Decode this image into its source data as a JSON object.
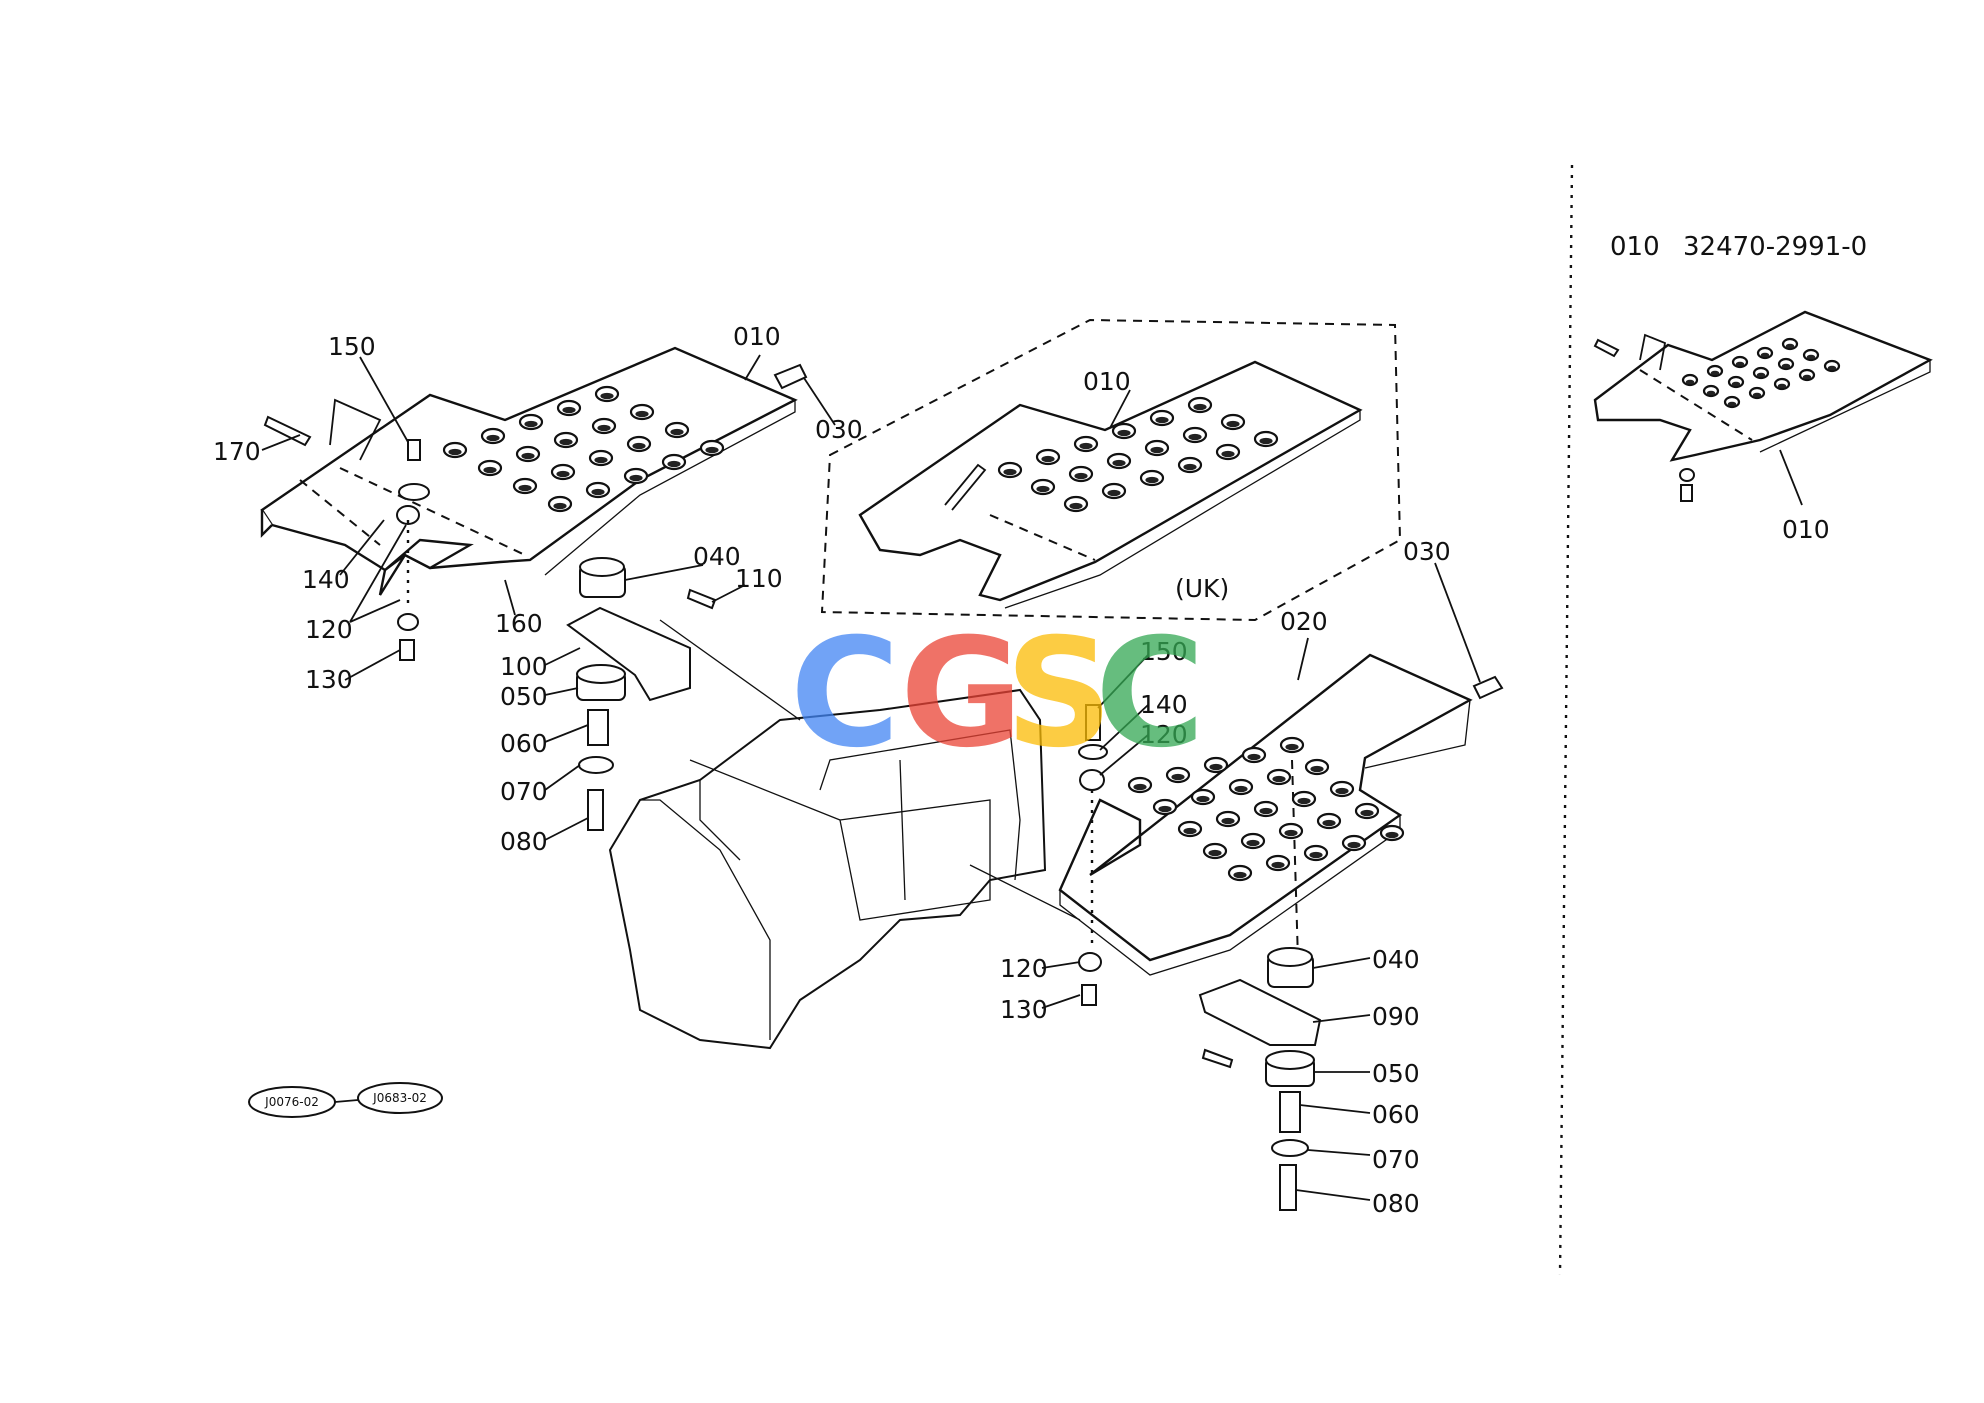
{
  "callouts": [
    {
      "id": "l-150a",
      "text": "150"
    },
    {
      "id": "l-010a",
      "text": "010"
    },
    {
      "id": "l-030a",
      "text": "030"
    },
    {
      "id": "l-170",
      "text": "170"
    },
    {
      "id": "l-140a",
      "text": "140"
    },
    {
      "id": "l-120a",
      "text": "120"
    },
    {
      "id": "l-130a",
      "text": "130"
    },
    {
      "id": "l-160",
      "text": "160"
    },
    {
      "id": "l-040a",
      "text": "040"
    },
    {
      "id": "l-110",
      "text": "110"
    },
    {
      "id": "l-100",
      "text": "100"
    },
    {
      "id": "l-050a",
      "text": "050"
    },
    {
      "id": "l-060a",
      "text": "060"
    },
    {
      "id": "l-070a",
      "text": "070"
    },
    {
      "id": "l-080a",
      "text": "080"
    },
    {
      "id": "l-010b",
      "text": "010"
    },
    {
      "id": "l-uk",
      "text": "(UK)"
    },
    {
      "id": "l-030b",
      "text": "030"
    },
    {
      "id": "l-020",
      "text": "020"
    },
    {
      "id": "l-150b",
      "text": "150"
    },
    {
      "id": "l-140b",
      "text": "140"
    },
    {
      "id": "l-120b",
      "text": "120"
    },
    {
      "id": "l-120c",
      "text": "120"
    },
    {
      "id": "l-130b",
      "text": "130"
    },
    {
      "id": "l-040b",
      "text": "040"
    },
    {
      "id": "l-090",
      "text": "090"
    },
    {
      "id": "l-050b",
      "text": "050"
    },
    {
      "id": "l-060b",
      "text": "060"
    },
    {
      "id": "l-070b",
      "text": "070"
    },
    {
      "id": "l-080b",
      "text": "080"
    },
    {
      "id": "l-010c",
      "text": "010"
    }
  ],
  "side_panel": {
    "ref_code": "010",
    "part_number": "32470-2991-0"
  },
  "references": [
    "J0076-02",
    "J0683-02"
  ],
  "watermark": {
    "text": "CGSC",
    "colors": [
      "#4285F4",
      "#EA4335",
      "#FBBC05",
      "#34A853"
    ]
  }
}
